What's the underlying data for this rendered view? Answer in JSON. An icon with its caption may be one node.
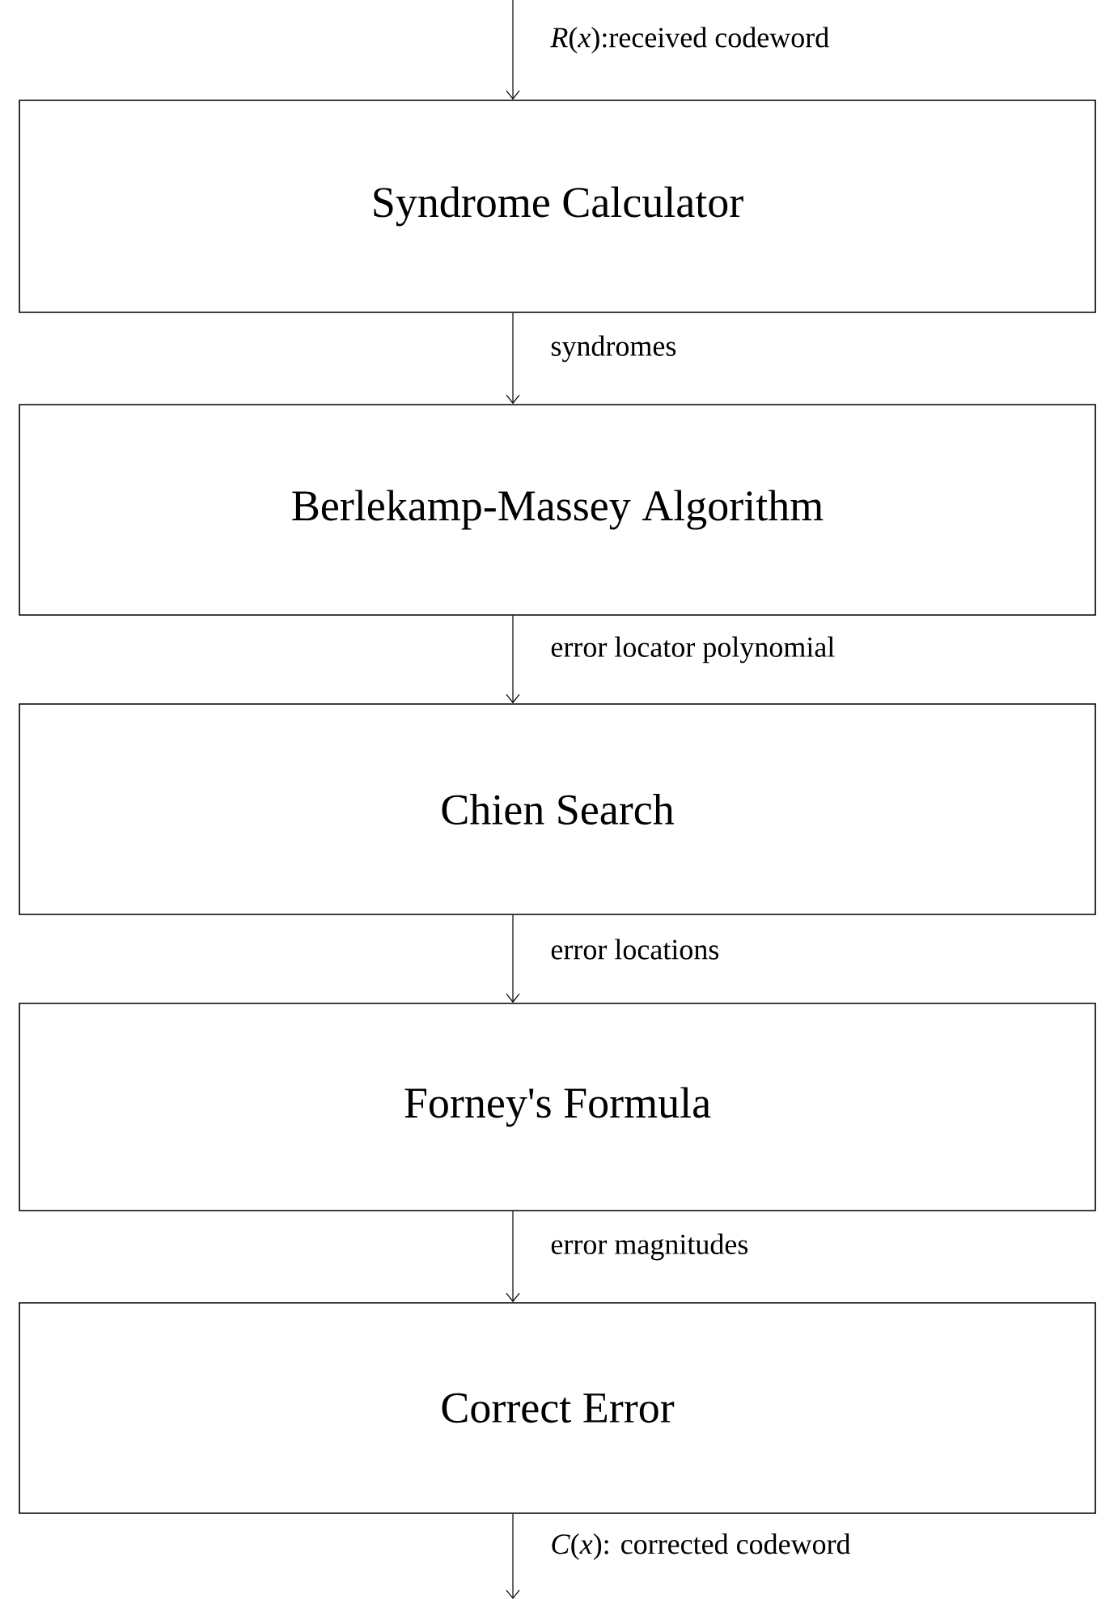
{
  "diagram": {
    "nodes": [
      {
        "text": [
          "Syndrome Calculator"
        ]
      },
      {
        "text": [
          "Berlekamp-Massey Algorithm"
        ]
      },
      {
        "text": [
          "Chien Search"
        ]
      },
      {
        "text": [
          "Forney's Formula"
        ]
      },
      {
        "text": [
          "Correct Error"
        ]
      }
    ],
    "edges": [
      {
        "from": null,
        "to": 0,
        "arrow": "to",
        "label": "*R*(*x*):received codeword"
      },
      {
        "from": 0,
        "to": 1,
        "arrow": "to",
        "label": "syndromes"
      },
      {
        "from": 1,
        "to": 2,
        "arrow": "to",
        "label": "error locator polynomial"
      },
      {
        "from": 2,
        "to": 3,
        "arrow": "to",
        "label": "error locations"
      },
      {
        "from": 3,
        "to": 4,
        "arrow": "to",
        "label": "error magnitudes"
      },
      {
        "from": 4,
        "to": null,
        "arrow": "to",
        "label": "*C*(*x*): corrected codeword"
      }
    ]
  }
}
